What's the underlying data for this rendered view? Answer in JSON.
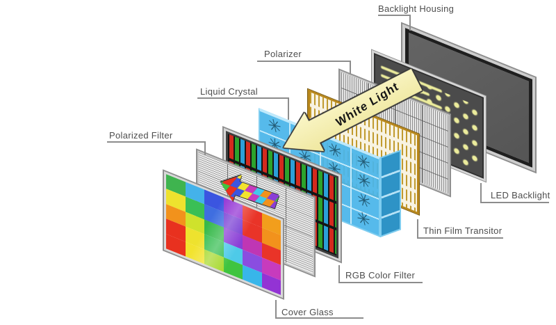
{
  "layers": [
    {
      "id": "backlight-housing",
      "label": "Backlight Housing"
    },
    {
      "id": "led-backlight",
      "label": "LED Backlight"
    },
    {
      "id": "polarizer",
      "label": "Polarizer"
    },
    {
      "id": "thin-film-transistor",
      "label": "Thin Film Transitor"
    },
    {
      "id": "liquid-crystal",
      "label": "Liquid Crystal"
    },
    {
      "id": "rgb-color-filter",
      "label": "RGB Color Filter"
    },
    {
      "id": "polarized-filter",
      "label": "Polarized Filter"
    },
    {
      "id": "cover-glass",
      "label": "Cover Glass"
    }
  ],
  "annotations": {
    "white_light": "White Light"
  },
  "icons": {
    "burst-icon": "✳"
  },
  "colors": {
    "background": "#ffffff",
    "label_text": "#4d4d4d",
    "leader_line": "#8c8c8c",
    "white_light_fill": "#efe79e",
    "white_light_outline": "#3a3a3a",
    "liquid_crystal_blue": "#49b5ea",
    "liquid_crystal_side": "#2e93c6",
    "tft_gold": "#b8871b",
    "tft_face": "#f8f3e2",
    "rgb_red": "#d42a1e",
    "rgb_green": "#2ca32c",
    "rgb_blue": "#2b9fd8",
    "led_glow": "#ecec9c",
    "led_face": "#4b4b4b",
    "housing_face": "#555555",
    "frame_silver": "#d6d6d6"
  },
  "cover_glass": {
    "rows": 5,
    "cols": 6,
    "colors": [
      "#9333d4",
      "#38b6ea",
      "#3fc43f",
      "#a7d92e",
      "#f2e32e",
      "#e8311f",
      "#c73bbd",
      "#8a4de0",
      "#4ecae8",
      "#3abf55",
      "#eee22e",
      "#e8311f",
      "#e93428",
      "#bf36b4",
      "#8a3ed6",
      "#36b94a",
      "#cfe22c",
      "#f2921c",
      "#f2921c",
      "#e93428",
      "#7a3fd4",
      "#3f6ee0",
      "#3abf55",
      "#eee22e",
      "#f29e1c",
      "#e93428",
      "#9333d4",
      "#3b55e0",
      "#44b2ea",
      "#3fb44f"
    ]
  },
  "rainbow_arrow": {
    "colors": [
      "#e8311f",
      "#f2921c",
      "#f2e32e",
      "#3fc43f",
      "#44c8ea",
      "#3b55e0",
      "#8a3ed6",
      "#c73bbd"
    ]
  }
}
